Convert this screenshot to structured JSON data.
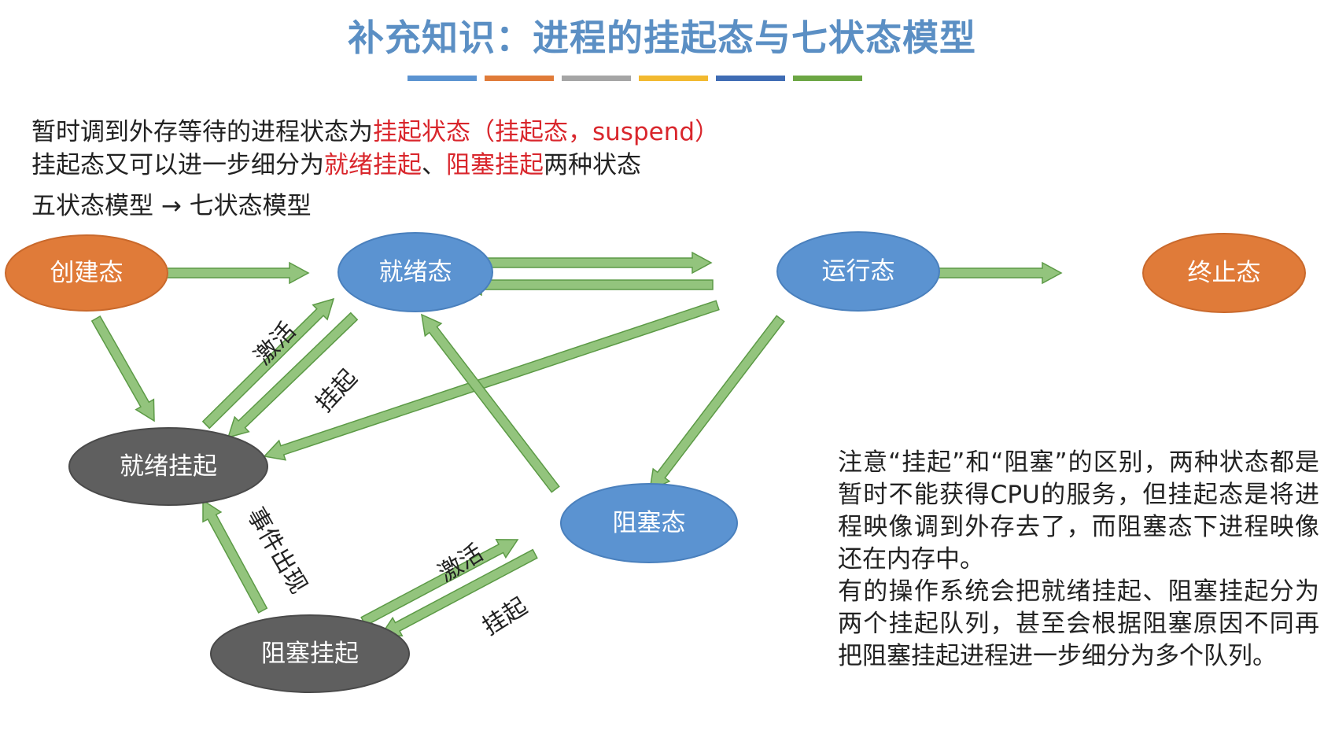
{
  "title": "补充知识：进程的挂起态与七状态模型",
  "colors": {
    "title": "#5b8fc4",
    "accent_red": "#d9262c",
    "blue_node": "#5b93d1",
    "orange_node": "#e07b39",
    "gray_node": "#5f5f5f",
    "arrow_fill": "#93c47d",
    "arrow_stroke": "#5c9a46",
    "bar": [
      "#5b93d1",
      "#e07b39",
      "#a5a5a5",
      "#f2b92f",
      "#3f6cb4",
      "#6ca644"
    ]
  },
  "intro": {
    "line1_prefix": "暂时调到外存等待的进程状态为",
    "line1_highlight": "挂起状态（挂起态，suspend）",
    "line2_prefix": "挂起态又可以进一步细分为",
    "line2_highlight_a": "就绪挂起",
    "line2_sep": "、",
    "line2_highlight_b": "阻塞挂起",
    "line2_suffix": "两种状态",
    "line3": "五状态模型 → 七状态模型"
  },
  "nodes": {
    "create": "创建态",
    "ready": "就绪态",
    "running": "运行态",
    "terminated": "终止态",
    "ready_suspend": "就绪挂起",
    "blocked": "阻塞态",
    "blocked_suspend": "阻塞挂起"
  },
  "edge_labels": {
    "activate_ready": "激活",
    "suspend_ready": "挂起",
    "event_occurs": "事件出现",
    "activate_blocked": "激活",
    "suspend_blocked": "挂起"
  },
  "note": {
    "para1": "注意“挂起”和“阻塞”的区别，两种状态都是暂时不能获得CPU的服务，但挂起态是将进程映像调到外存去了，而阻塞态下进程映像还在内存中。",
    "para2": "有的操作系统会把就绪挂起、阻塞挂起分为两个挂起队列，甚至会根据阻塞原因不同再把阻塞挂起进程进一步细分为多个队列。"
  }
}
